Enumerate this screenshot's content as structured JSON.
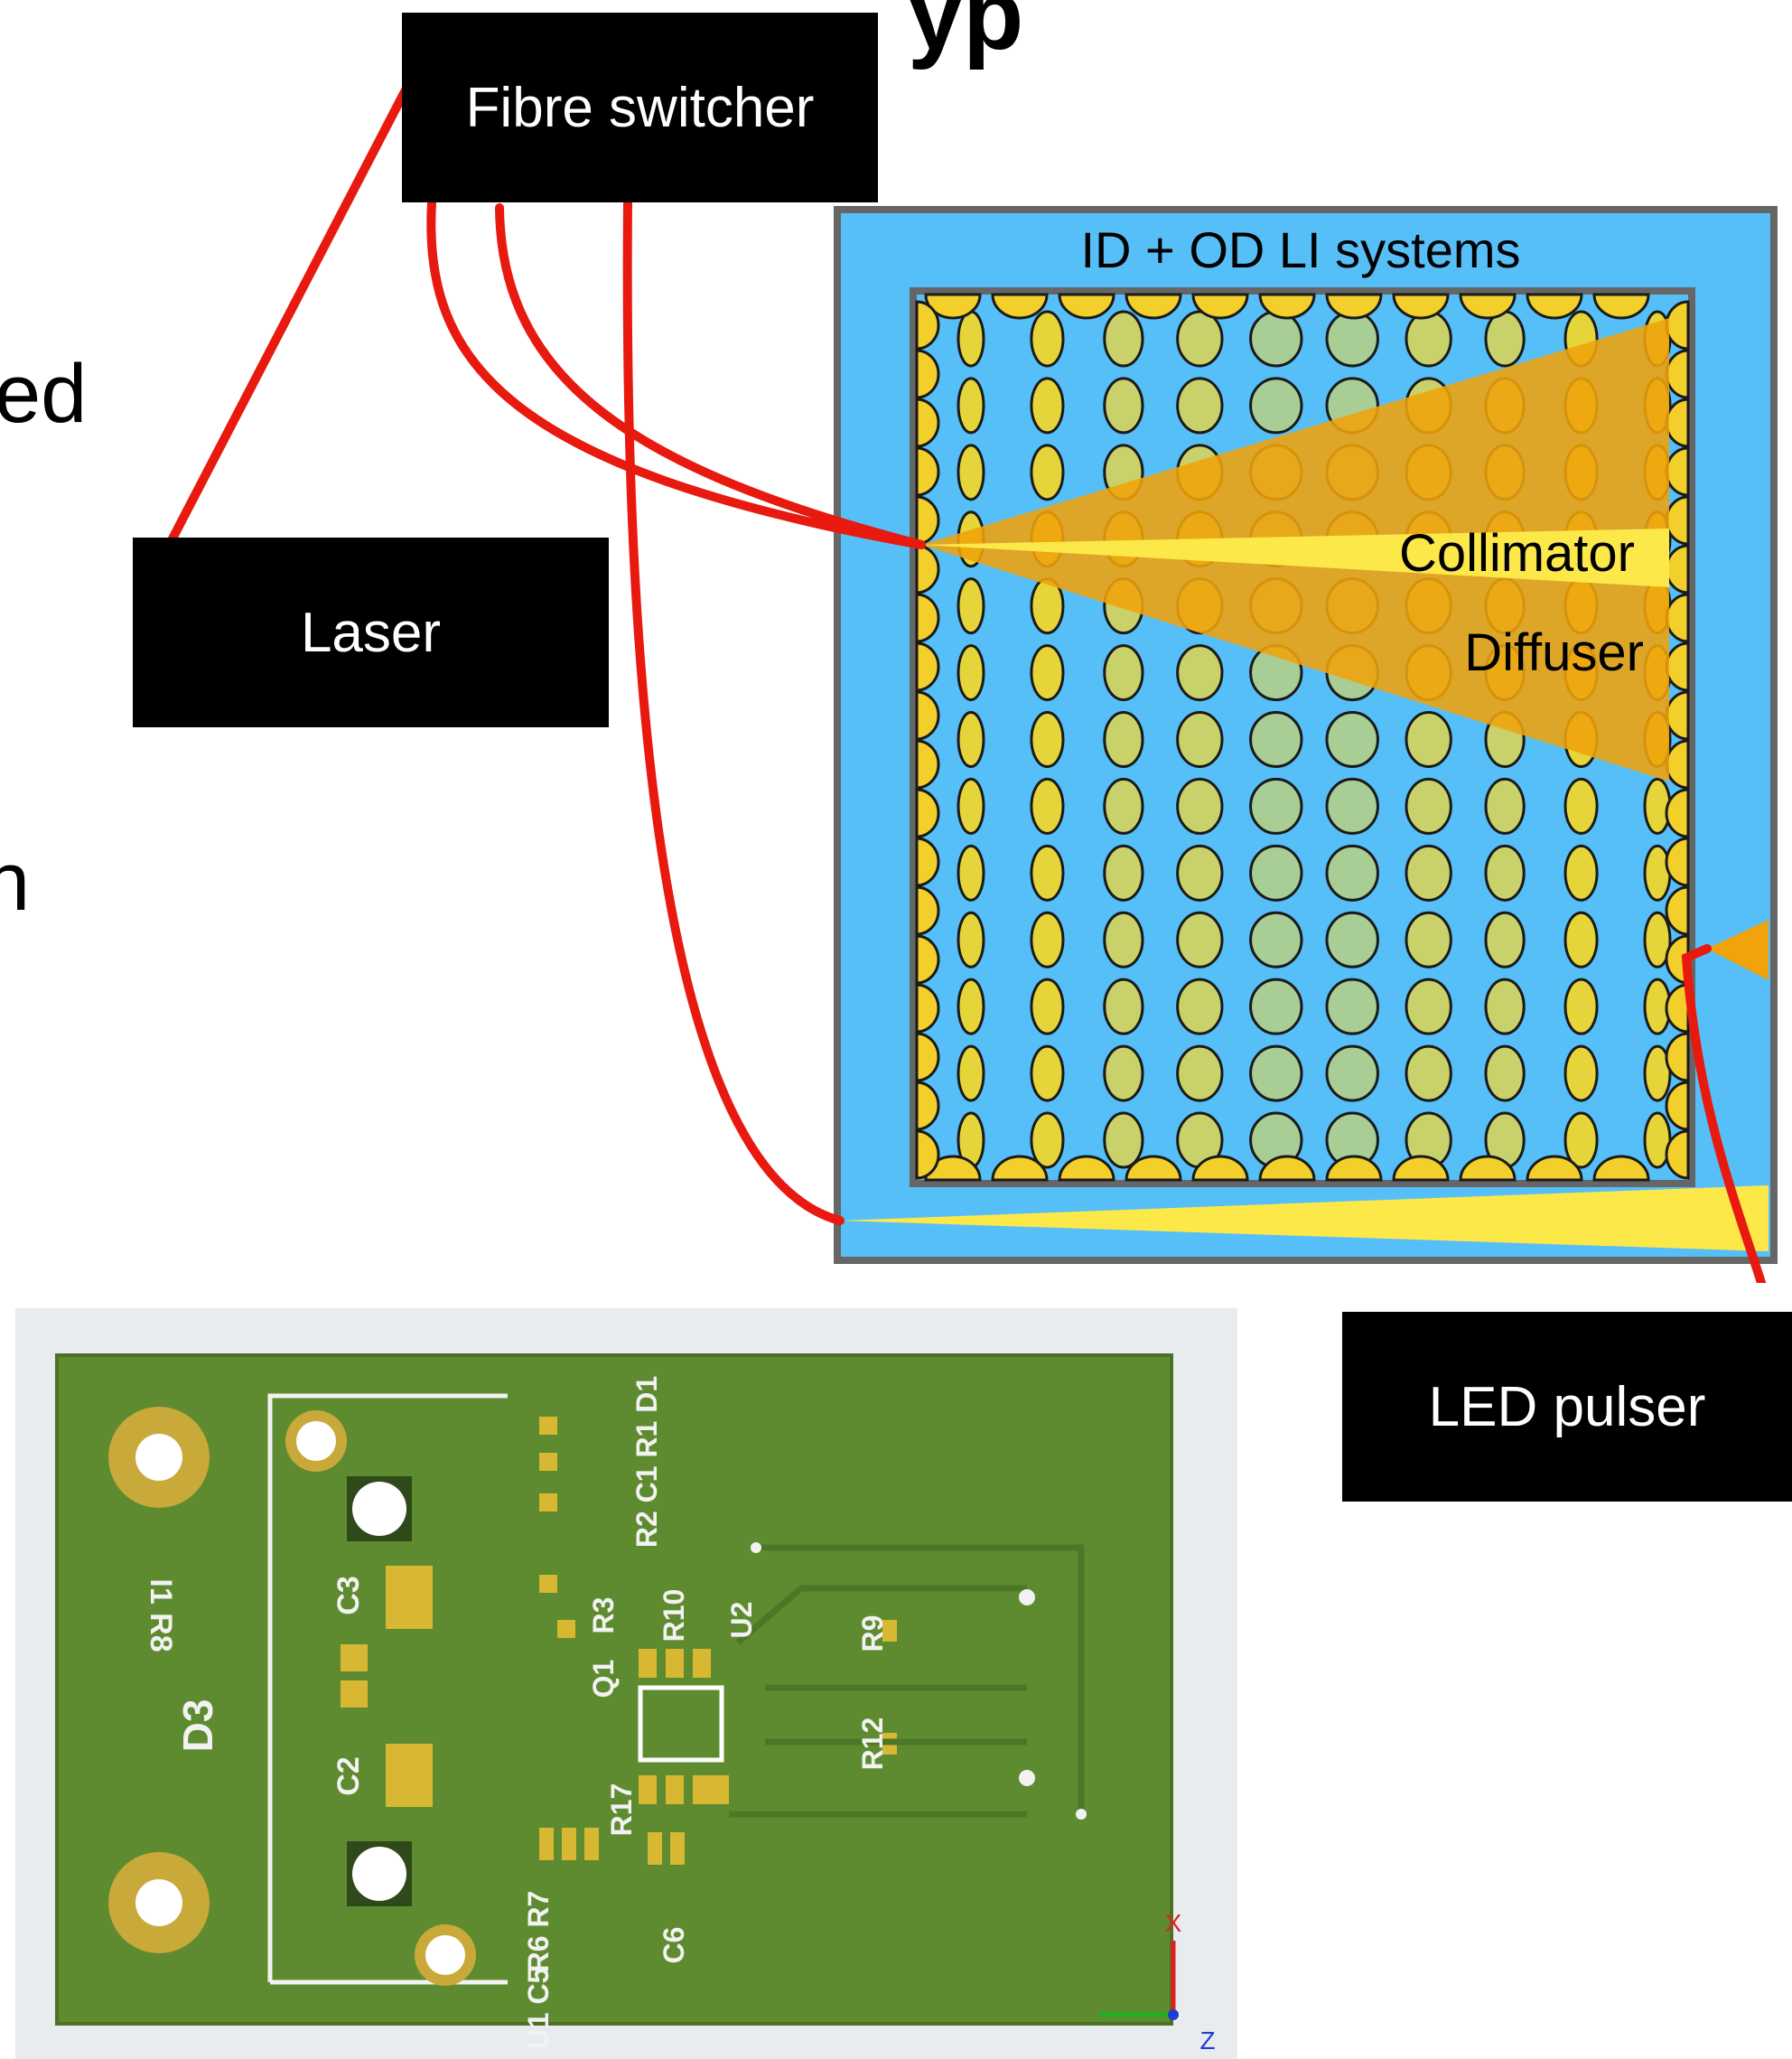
{
  "boxes": {
    "fibre_switcher": "Fibre switcher",
    "laser": "Laser",
    "led_pulser": "LED pulser"
  },
  "detector": {
    "title": "ID + OD LI systems",
    "collimator_label": "Collimator",
    "diffuser_label": "Diffuser"
  },
  "cutoff_text": {
    "top": "yp",
    "left_1": "ed",
    "left_2": "n"
  },
  "pcb": {
    "labels": {
      "d3": "D3",
      "i1_r8": "I1 R8",
      "c3": "C3",
      "c2": "C2",
      "r3": "R3",
      "q1": "Q1",
      "r10": "R10",
      "u2": "U2",
      "r2_c1_r1_d1": "R2 C1 R1 D1",
      "r9": "R9",
      "r12": "R12",
      "r17": "R17",
      "r6_r7": "R6 R7",
      "u1_c5": "U1 C5",
      "c6": "C6",
      "axis_x": "X",
      "axis_z": "Z"
    }
  },
  "colors": {
    "fiber_red": "#e8190f",
    "tank_blue": "#56bff8",
    "frame_gray": "#666666",
    "pmt_yellow": "#f2cf2b",
    "cone_orange": "#f0a30a",
    "beam_yellow": "#fde84a",
    "pcb_green": "#5e8b2f",
    "pad_gold": "#c8a93a"
  }
}
